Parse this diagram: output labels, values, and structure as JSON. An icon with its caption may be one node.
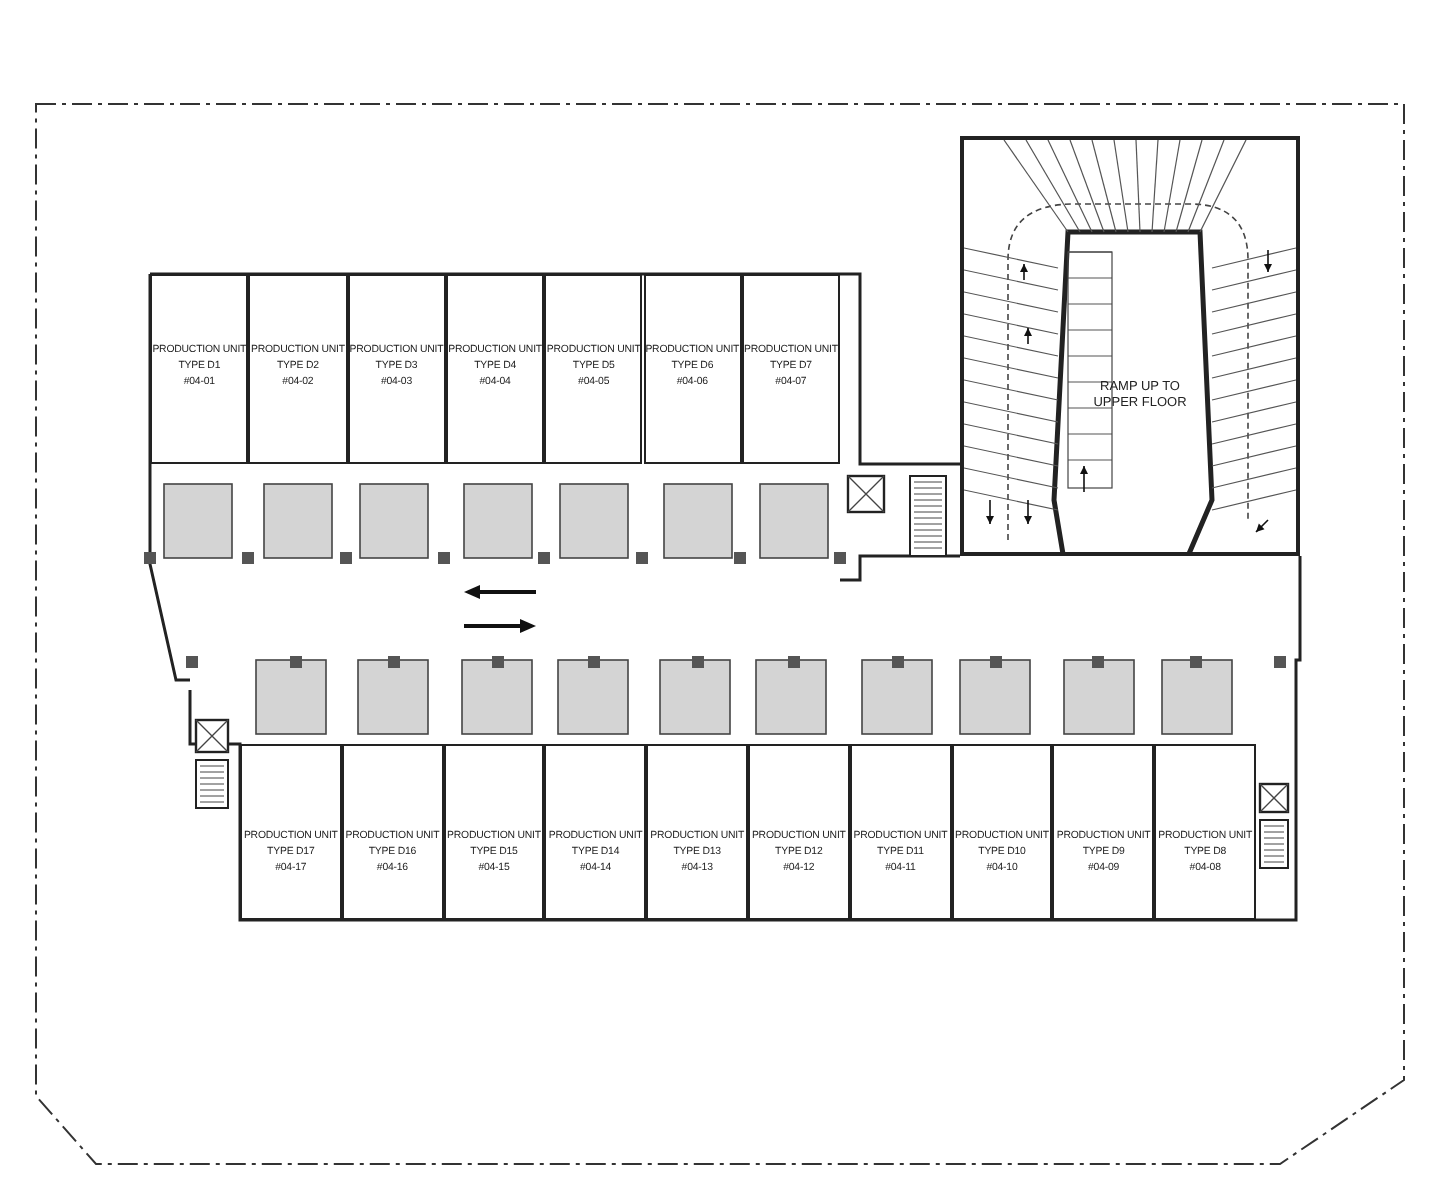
{
  "diagram": {
    "nodes": [
      {
        "text": [
          "PRODUCTION UNIT",
          "TYPE D1",
          "#04-01"
        ]
      },
      {
        "text": [
          "PRODUCTION UNIT",
          "TYPE D2",
          "#04-02"
        ]
      },
      {
        "text": [
          "PRODUCTION UNIT",
          "TYPE D3",
          "#04-03"
        ]
      },
      {
        "text": [
          "PRODUCTION UNIT",
          "TYPE D4",
          "#04-04"
        ]
      },
      {
        "text": [
          "PRODUCTION UNIT",
          "TYPE D5",
          "#04-05"
        ]
      },
      {
        "text": [
          "PRODUCTION UNIT",
          "TYPE D6",
          "#04-06"
        ]
      },
      {
        "text": [
          "PRODUCTION UNIT",
          "TYPE D7",
          "#04-07"
        ]
      },
      {
        "text": [
          "RAMP UP TO UPPER FLOOR"
        ]
      },
      {
        "text": [
          "PRODUCTION UNIT",
          "TYPE D17",
          "#04-17"
        ]
      },
      {
        "text": [
          "PRODUCTION UNIT",
          "TYPE D16",
          "#04-16"
        ]
      },
      {
        "text": [
          "PRODUCTION UNIT",
          "TYPE D15",
          "#04-15"
        ]
      },
      {
        "text": [
          "PRODUCTION UNIT",
          "TYPE D14",
          "#04-14"
        ]
      },
      {
        "text": [
          "PRODUCTION UNIT",
          "TYPE D13",
          "#04-13"
        ]
      },
      {
        "text": [
          "PRODUCTION UNIT",
          "TYPE D12",
          "#04-12"
        ]
      },
      {
        "text": [
          "PRODUCTION UNIT",
          "TYPE D11",
          "#04-11"
        ]
      },
      {
        "text": [
          "PRODUCTION UNIT",
          "TYPE D10",
          "#04-10"
        ]
      },
      {
        "text": [
          "PRODUCTION UNIT",
          "TYPE D9",
          "#04-09"
        ]
      },
      {
        "text": [
          "PRODUCTION UNIT",
          "TYPE D8",
          "#04-08"
        ]
      }
    ]
  }
}
